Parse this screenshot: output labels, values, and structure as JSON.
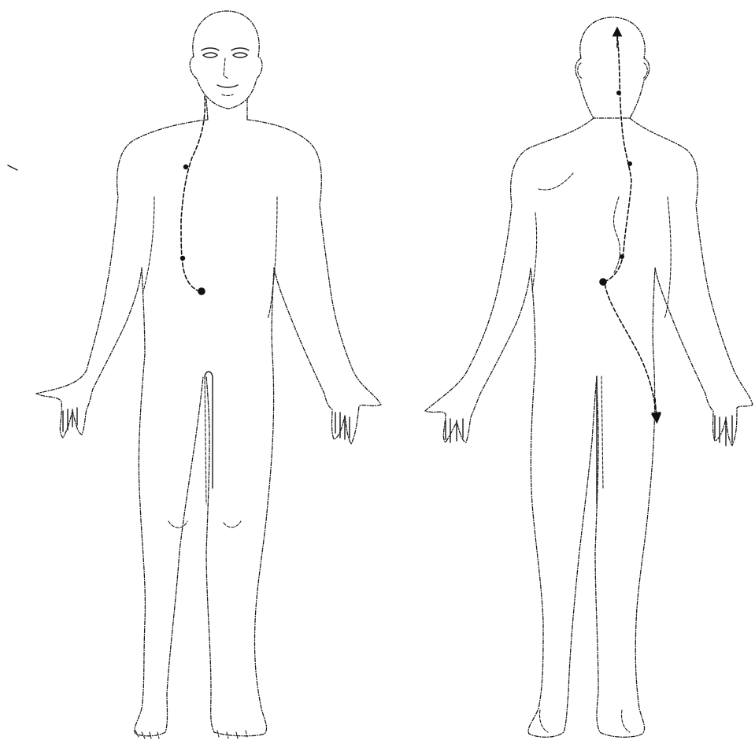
{
  "figure": {
    "views": [
      {
        "name": "front",
        "points": [
          "chest-point",
          "mid-abdomen-point",
          "navel-point"
        ]
      },
      {
        "name": "back",
        "points": [
          "neck-arrow",
          "upper-back-point",
          "mid-back-point",
          "lower-back-point",
          "hip-arrow"
        ]
      }
    ],
    "colors": {
      "line": "#1a1a1a",
      "background": "#ffffff"
    }
  }
}
